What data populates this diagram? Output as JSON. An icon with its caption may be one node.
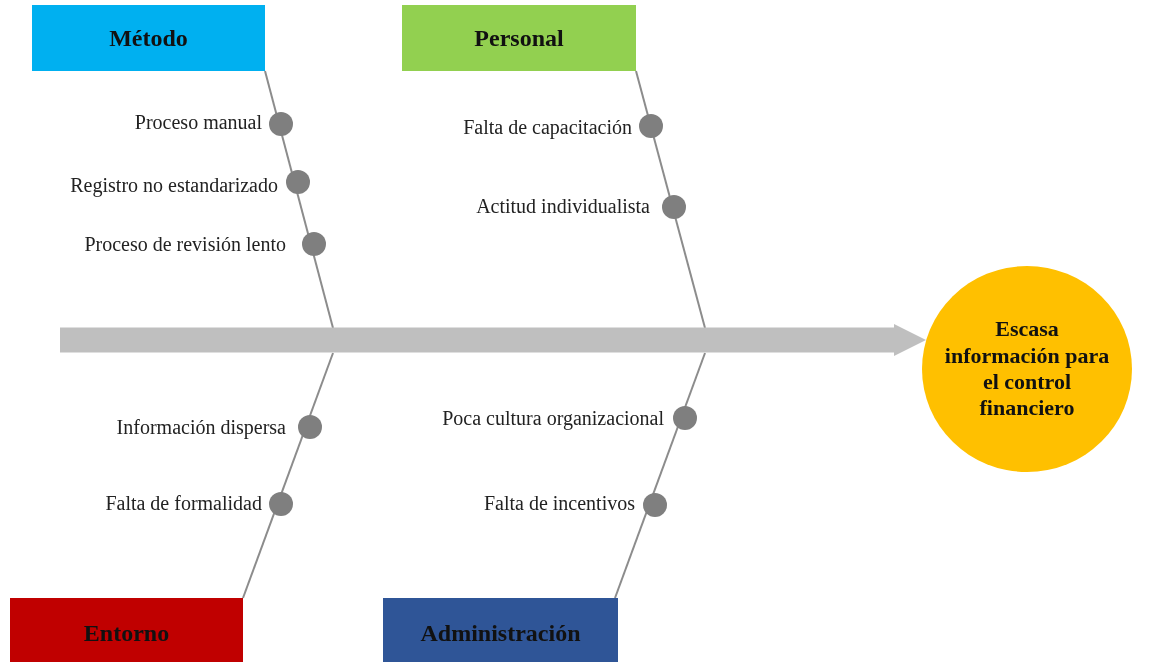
{
  "diagram": {
    "nodes": [
      {
        "text": [
          "Método"
        ]
      },
      {
        "text": [
          "Personal"
        ]
      },
      {
        "text": [
          "Entorno"
        ]
      },
      {
        "text": [
          "Administración"
        ]
      },
      {
        "text": [
          "Escasa información para el control financiero"
        ]
      }
    ],
    "edges": [
      {
        "from": 0,
        "to": null,
        "arrow": "none"
      },
      {
        "from": 1,
        "to": null,
        "arrow": "none"
      },
      {
        "from": 2,
        "to": null,
        "arrow": "none"
      },
      {
        "from": 3,
        "to": null,
        "arrow": "none"
      },
      {
        "from": null,
        "to": 4,
        "arrow": "to",
        "style": "thick"
      }
    ],
    "labels": [
      "Proceso manual",
      "Falta de capacitación",
      "Registro no estandarizado",
      "Actitud individualista",
      "Proceso de revisión lento",
      "Información dispersa",
      "Poca cultura organizacional",
      "Falta de formalidad",
      "Falta de incentivos"
    ]
  }
}
